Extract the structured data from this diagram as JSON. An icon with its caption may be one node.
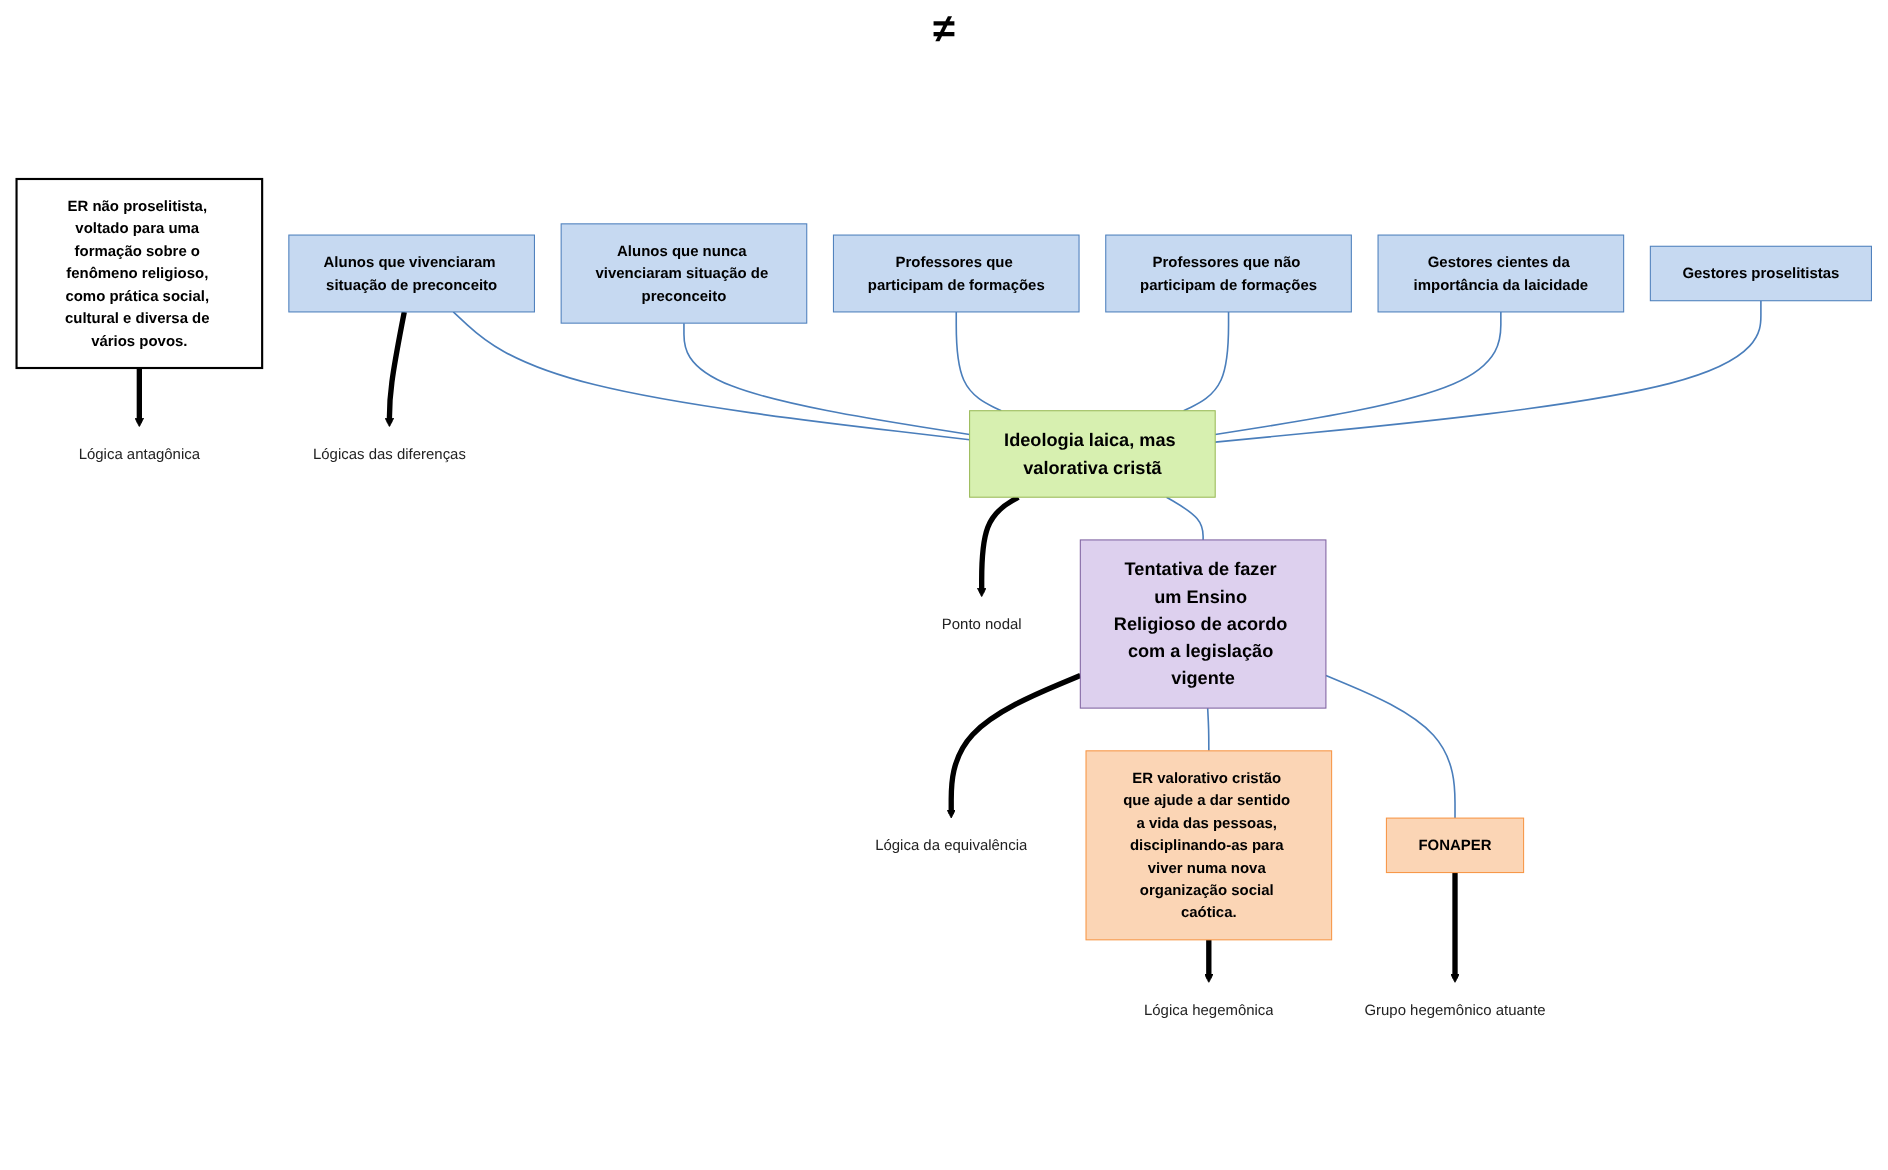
{
  "diagram": {
    "nodes": [
      {
        "text": [
          "Alunos que vivenciaram situação de preconceito"
        ]
      },
      {
        "text": [
          "Alunos que nunca vivenciaram situação de preconceito"
        ]
      },
      {
        "text": [
          "Professores que participam de formações"
        ]
      },
      {
        "text": [
          "Professores que não participam de formações"
        ]
      },
      {
        "text": [
          "Gestores cientes da importância da laicidade"
        ]
      },
      {
        "text": [
          "Gestores proselitistas"
        ]
      },
      {
        "text": [
          "Ideologia laica, mas valorativa cristã"
        ]
      },
      {
        "text": [
          "Tentativa de fazer um Ensino Religioso de acordo com a legislação vigente"
        ]
      },
      {
        "text": [
          "ER valorativo cristão que ajude a dar sentido a vida das pessoas, disciplinando-as para viver numa nova organização social caótica."
        ]
      },
      {
        "text": [
          "FONAPER"
        ]
      },
      {
        "text": [
          "ER não proselitista, voltado para uma formação sobre o fenômeno religioso, como prática social, cultural e diversa de vários povos."
        ]
      },
      {
        "text": [
          "Lógicas das diferenças"
        ]
      },
      {
        "text": [
          "Ponto nodal"
        ]
      },
      {
        "text": [
          "Lógica da equivalência"
        ]
      },
      {
        "text": [
          "Lógica hegemônica"
        ]
      },
      {
        "text": [
          "Grupo hegemônico atuante"
        ]
      },
      {
        "text": [
          "Lógica antagônica"
        ]
      }
    ],
    "edges": [
      {
        "from": 0,
        "to": 6,
        "arrow": "none"
      },
      {
        "from": 1,
        "to": 6,
        "arrow": "none"
      },
      {
        "from": 2,
        "to": 6,
        "arrow": "none"
      },
      {
        "from": 3,
        "to": 6,
        "arrow": "none"
      },
      {
        "from": 4,
        "to": 6,
        "arrow": "none"
      },
      {
        "from": 5,
        "to": 6,
        "arrow": "none"
      },
      {
        "from": 6,
        "to": 7,
        "arrow": "none"
      },
      {
        "from": 7,
        "to": 8,
        "arrow": "none"
      },
      {
        "from": 7,
        "to": 9,
        "arrow": "none"
      },
      {
        "from": 0,
        "to": 11,
        "arrow": "to",
        "style": "thick",
        "color": "#000000"
      },
      {
        "from": 6,
        "to": 12,
        "arrow": "to",
        "style": "thick",
        "color": "#000000"
      },
      {
        "from": 7,
        "to": 13,
        "arrow": "to",
        "style": "thick",
        "color": "#000000"
      },
      {
        "from": 8,
        "to": 14,
        "arrow": "to",
        "style": "thick",
        "color": "#000000"
      },
      {
        "from": 9,
        "to": 15,
        "arrow": "to",
        "style": "thick",
        "color": "#000000"
      },
      {
        "from": 10,
        "to": 16,
        "arrow": "to",
        "style": "thick",
        "color": "#000000"
      }
    ],
    "labels": [
      "≠"
    ]
  }
}
